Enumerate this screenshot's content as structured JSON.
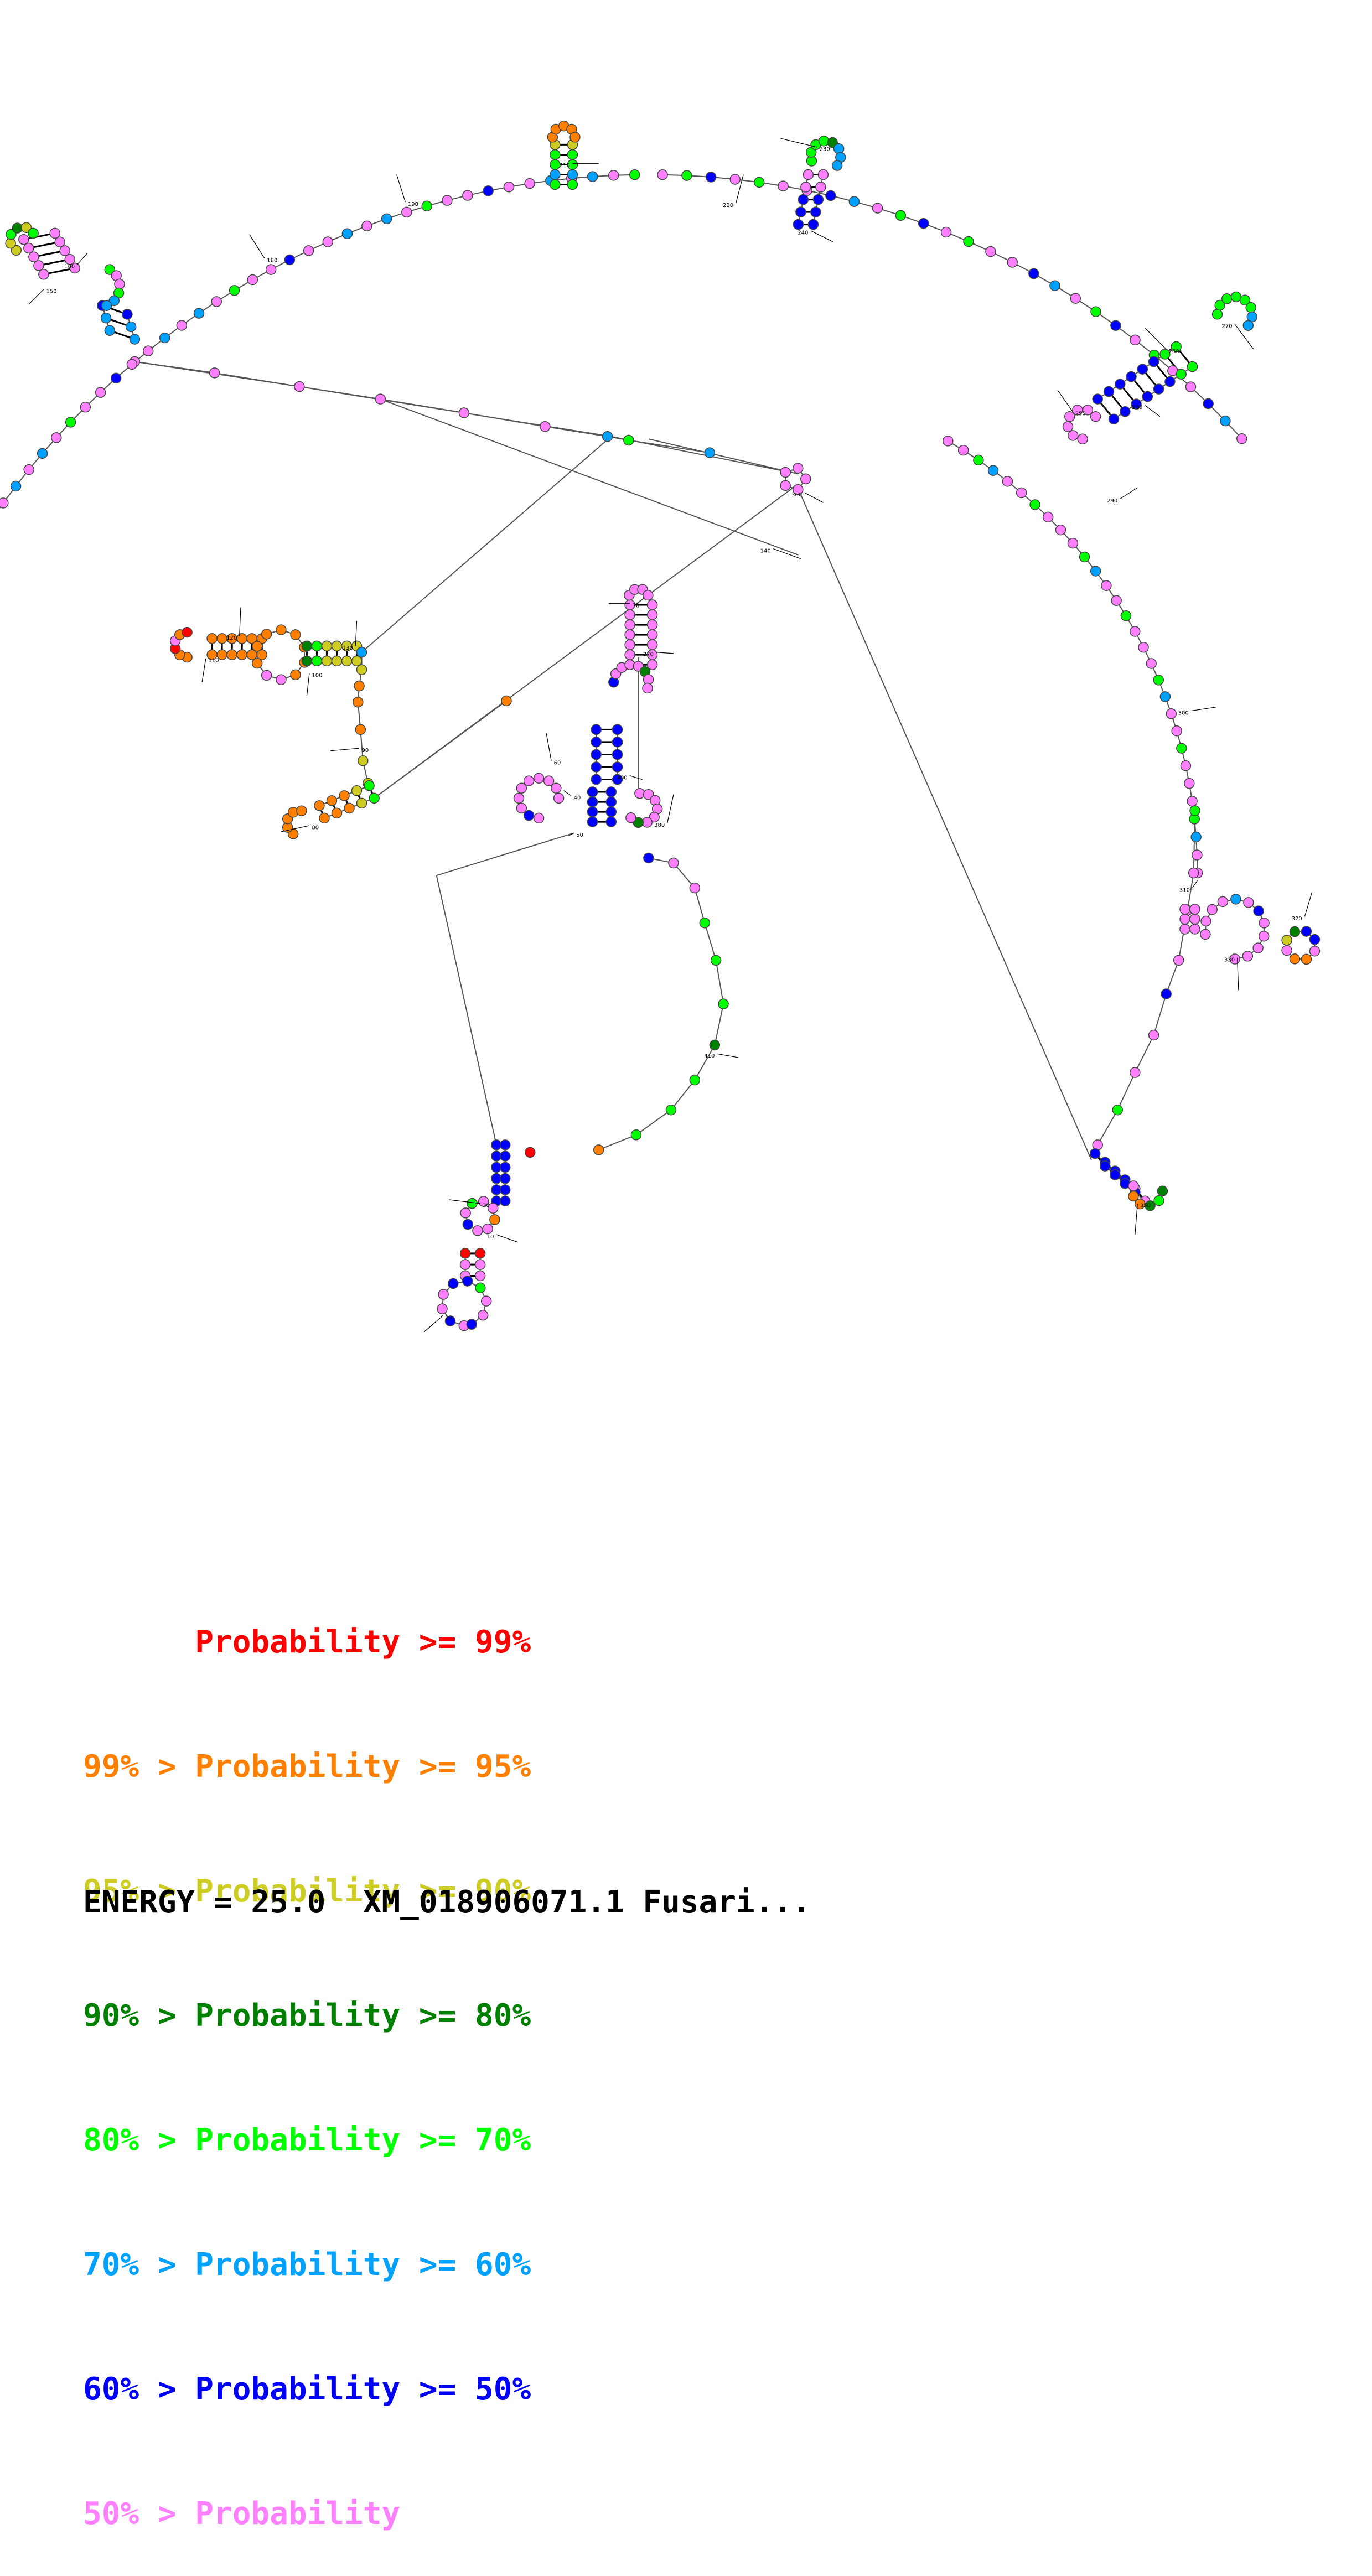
{
  "diagram": {
    "type": "rna-secondary-structure",
    "position_labels": [
      "10",
      "20",
      "30",
      "40",
      "50",
      "60",
      "70",
      "80",
      "90",
      "100",
      "110",
      "120",
      "130",
      "140",
      "150",
      "160",
      "180",
      "190",
      "210",
      "220",
      "230",
      "240",
      "250",
      "260",
      "270",
      "280",
      "290",
      "300",
      "310",
      "320",
      "330",
      "350",
      "360",
      "370",
      "380",
      "400",
      "410"
    ]
  },
  "colors": {
    "p99": "#ff0000",
    "p95": "#ff8000",
    "p90": "#cccc22",
    "p80": "#008000",
    "p70": "#00ff00",
    "p60": "#00a0ff",
    "p50": "#0000ff",
    "plow": "#ff80ff"
  },
  "legend": [
    {
      "prefix": "    ",
      "label": "Probability >= 99%",
      "color": "#ff0000"
    },
    {
      "prefix": "99% > ",
      "label": "Probability >= 95%",
      "color": "#ff8000"
    },
    {
      "prefix": "95% > ",
      "label": "Probability >= 90%",
      "color": "#cccc22"
    },
    {
      "prefix": "90% > ",
      "label": "Probability >= 80%",
      "color": "#008000"
    },
    {
      "prefix": "80% > ",
      "label": "Probability >= 70%",
      "color": "#00ff00"
    },
    {
      "prefix": "70% > ",
      "label": "Probability >= 60%",
      "color": "#00a0ff"
    },
    {
      "prefix": "60% > ",
      "label": "Probability >= 50%",
      "color": "#0000ff"
    },
    {
      "prefix": "50% > ",
      "label": "Probability",
      "color": "#ff80ff"
    }
  ],
  "legend_lines": [
    "      Probability >= 99%",
    "99% > Probability >= 95%",
    "95% > Probability >= 90%",
    "90% > Probability >= 80%",
    "80% > Probability >= 70%",
    "70% > Probability >= 60%",
    "60% > Probability >= 50%",
    "50% > Probability"
  ],
  "footer": {
    "energy_text": "ENERGY = 25.0  XM_018906071.1 Fusari..."
  }
}
